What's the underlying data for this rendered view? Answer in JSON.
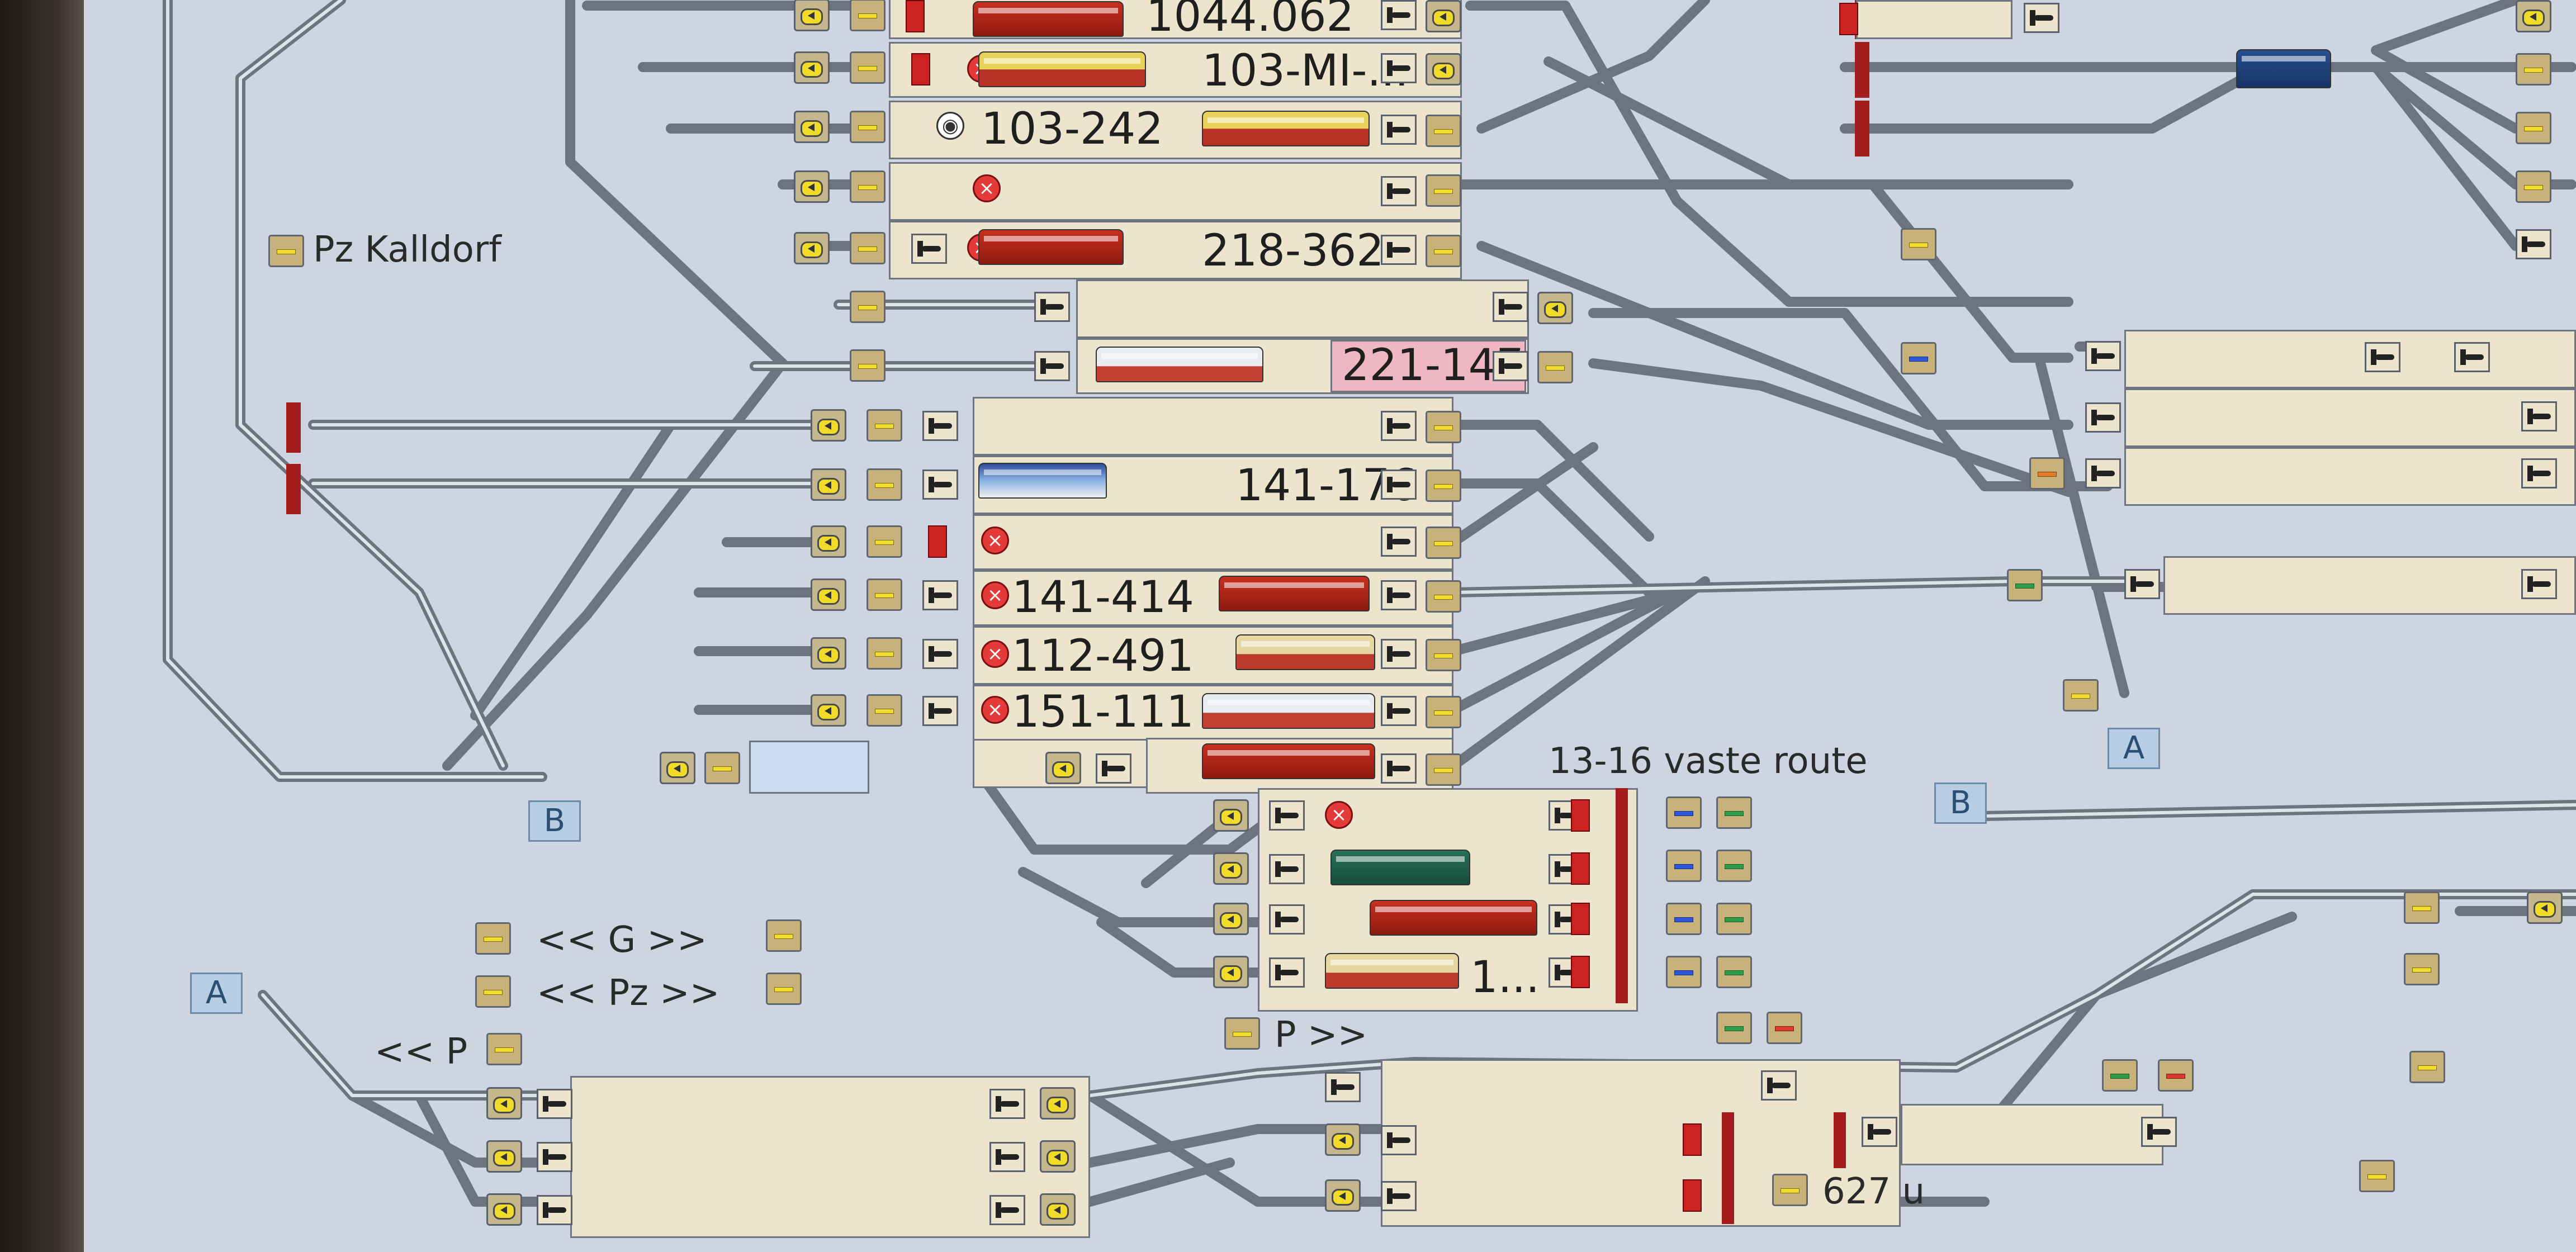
{
  "screen": {
    "bg": "#ced5e0",
    "track_color": "#7a808c",
    "block_color": "#ece4cc"
  },
  "top_track": {
    "rows": [
      {
        "loco_number": "1044.062"
      },
      {
        "loco_number": "103-MI-..."
      },
      {
        "loco_number": "103-242"
      },
      {
        "loco_number": ""
      },
      {
        "loco_number": "218-362"
      }
    ],
    "mid": [
      {
        "loco_number": ""
      },
      {
        "loco_number": "221-147"
      }
    ]
  },
  "station_tracks": [
    {
      "loco_number": ""
    },
    {
      "loco_number": "141-176"
    },
    {
      "loco_number": ""
    },
    {
      "loco_number": "141-414"
    },
    {
      "loco_number": "112-491"
    },
    {
      "loco_number": "151-111"
    },
    {
      "loco_number": ""
    }
  ],
  "fixed_route": {
    "label": "13-16 vaste route",
    "tracks": [
      {
        "loco_number": ""
      },
      {
        "loco_number": ""
      },
      {
        "loco_number": ""
      },
      {
        "loco_number": "1..."
      }
    ]
  },
  "labels": {
    "pz_kalldorf": "Pz Kalldorf",
    "g_nav": "<< G >>",
    "pz_nav": "<< Pz >>",
    "p_left": "<< P",
    "p_right": "P >>",
    "track_627": "627 u"
  },
  "connector_tags": [
    "A",
    "B",
    "B",
    "A"
  ]
}
